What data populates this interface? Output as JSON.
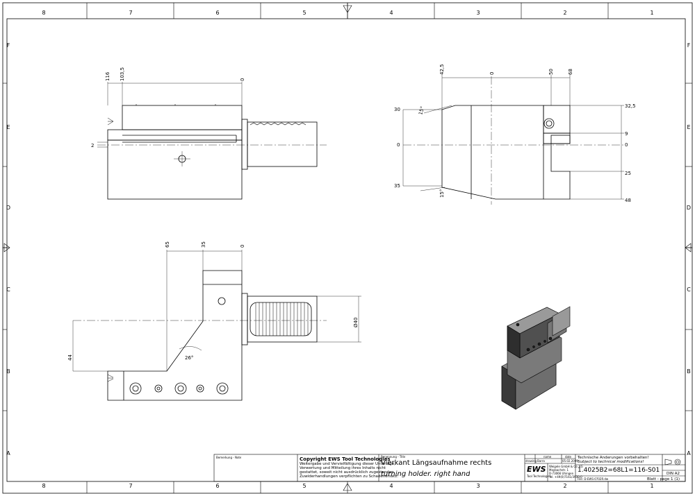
{
  "frame": {
    "top_cols": [
      "8",
      "7",
      "6",
      "5",
      "4",
      "3",
      "2",
      "1"
    ],
    "bottom_cols": [
      "8",
      "7",
      "6",
      "5",
      "4",
      "3",
      "2",
      "1"
    ],
    "left_rows": [
      "F",
      "E",
      "D",
      "C",
      "B",
      "A"
    ],
    "right_rows": [
      "F",
      "E",
      "D",
      "C",
      "B",
      "A"
    ]
  },
  "dims": {
    "side": {
      "d116": "116",
      "d103": "103,5",
      "d0": "0",
      "d2": "2"
    },
    "front": {
      "d42": "42,5",
      "d0": "0",
      "d50": "50",
      "d68": "68",
      "d30": "30",
      "d0l": "0",
      "d35": "35",
      "d15a": "15°",
      "d15b": "15°",
      "d325": "32,5",
      "d9": "9",
      "d0r": "0",
      "d25": "25",
      "d48": "48"
    },
    "top": {
      "d65": "65",
      "d35": "35",
      "d0": "0",
      "d44": "44",
      "d26": "26°",
      "d40": "Ø40"
    }
  },
  "title_block": {
    "remark_label": "Bemerkung - Note",
    "copyright_title": "Copyright EWS Tool Technologies",
    "copyright_text": [
      "Weitergabe und Vervielfältigung dieser Unterlage,",
      "Verwertung und Mitteilung ihres Inhalts nicht",
      "gestattet, soweit nicht ausdrücklich zugestanden.",
      "Zuwiderhandlungen verpflichten zu Schadenersatz."
    ],
    "name_label": "Benennung - Title",
    "title_de": "Vierkant Längsaufnahme rechts",
    "title_en": "turning holder. right hand",
    "col_name": "name",
    "col_date": "date",
    "drawing_label": "drawing",
    "drawing_name": "Barra",
    "drawing_date": "05.02.2009",
    "logo": "EWS",
    "logo_sub": "Tool Technologies",
    "company_lines": [
      "Weigele GmbH & Co. KG",
      "Maybachstr. 1",
      "D-73066 Uhingen",
      "Tel. +49(0)7161/3930-0"
    ],
    "change_de": "Technische Änderungen vorbehalten!",
    "change_en": "Subject to technical modifications!",
    "part_no": "1.4025B2=68L1=116-S01",
    "file_label": "File: D-EWS-0702R.dw",
    "din": "DIN A2",
    "sheet": "Blatt - page 1 (1)"
  }
}
